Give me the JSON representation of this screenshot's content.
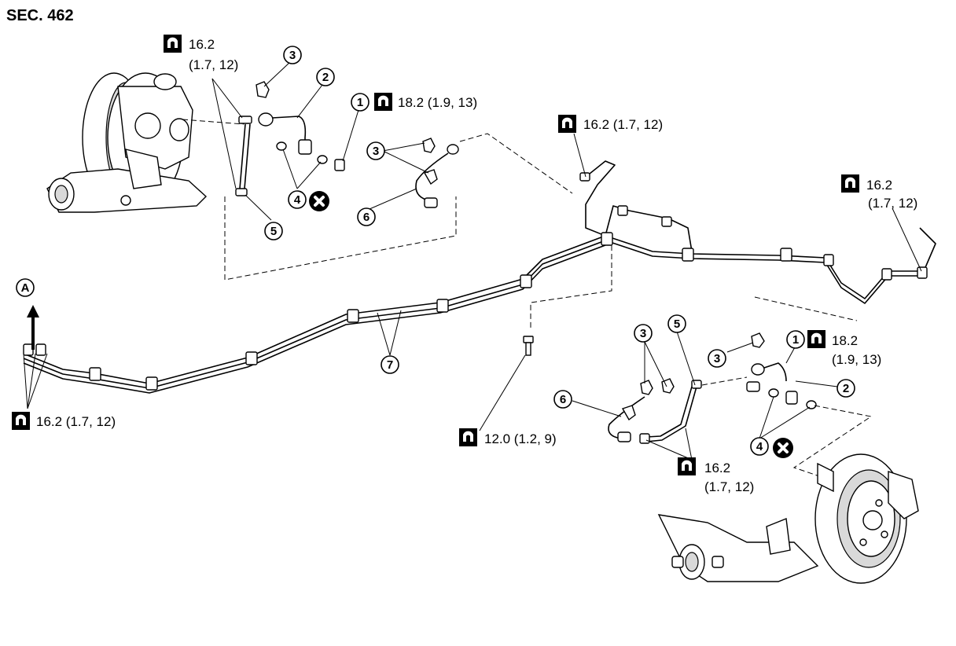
{
  "section_label": "SEC. 462",
  "view_reference": "A",
  "torque_specs": {
    "front_brake_tube_upper_1": "16.2",
    "front_brake_tube_upper_2": "(1.7, 12)",
    "connector_bolt_front": "18.2 (1.9, 13)",
    "center_junction": "16.2 (1.7, 12)",
    "rear_right_1": "16.2",
    "rear_right_2": "(1.7, 12)",
    "master_cylinder_side": "16.2 (1.7, 12)",
    "connector_bolt_rear_1": "18.2",
    "connector_bolt_rear_2": "(1.9, 13)",
    "bracket_bolt": "12.0 (1.2, 9)",
    "rear_brake_tube_1": "16.2",
    "rear_brake_tube_2": "(1.7, 12)"
  },
  "part_numbers": {
    "p1": "1",
    "p2": "2",
    "p3": "3",
    "p4": "4",
    "p5": "5",
    "p6": "6",
    "p7": "7"
  },
  "icons": [
    "torque-wrench-icon",
    "do-not-reuse-icon",
    "direction-arrow-icon"
  ]
}
